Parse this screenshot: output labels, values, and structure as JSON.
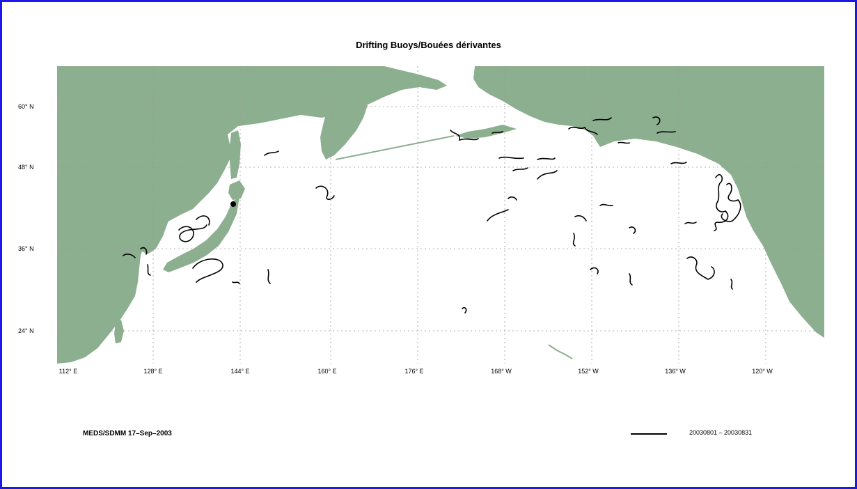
{
  "title": "Drifting Buoys/Bouées dérivantes",
  "colors": {
    "land": "#8caf8f",
    "ocean": "#ffffff",
    "frame": "#1a1ae6",
    "track": "#000000",
    "grid": "#9a9a9a"
  },
  "lat_labels": [
    "60° N",
    "48° N",
    "36° N",
    "24° N"
  ],
  "lon_labels": [
    "112° E",
    "128° E",
    "144° E",
    "160° E",
    "176° E",
    "168° W",
    "152° W",
    "136° W",
    "120° W"
  ],
  "credit": "MEDS/SDMM 17–Sep–2003",
  "legend": {
    "label": "20030801 – 20030831",
    "icon": "line-swatch"
  }
}
